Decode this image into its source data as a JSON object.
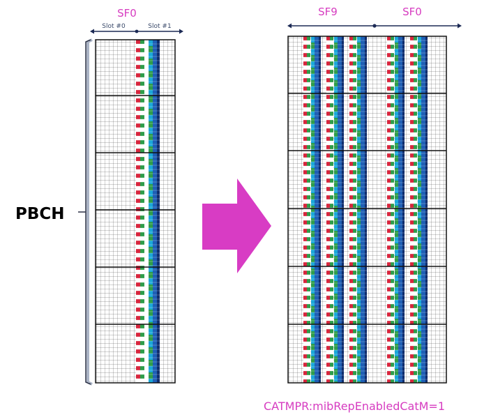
{
  "left_diagram": {
    "subframe_label": "SF0",
    "slot0_label": "Slot #0",
    "slot1_label": "Slot #1",
    "channel_label": "PBCH"
  },
  "right_diagram": {
    "subframe_a_label": "SF9",
    "subframe_b_label": "SF0"
  },
  "config_caption": "CATMPR:mibRepEnabledCatM=1",
  "colors": {
    "accent_pink": "#d63cc0",
    "arrow": "#d83cc4",
    "red": "#d7263d",
    "green": "#2e9d4a",
    "cyan": "#1aa7d8",
    "blue": "#1f5fb4",
    "navy": "#0f2d6e",
    "grid_line": "#4a4a4a",
    "grid_border": "#111111"
  }
}
